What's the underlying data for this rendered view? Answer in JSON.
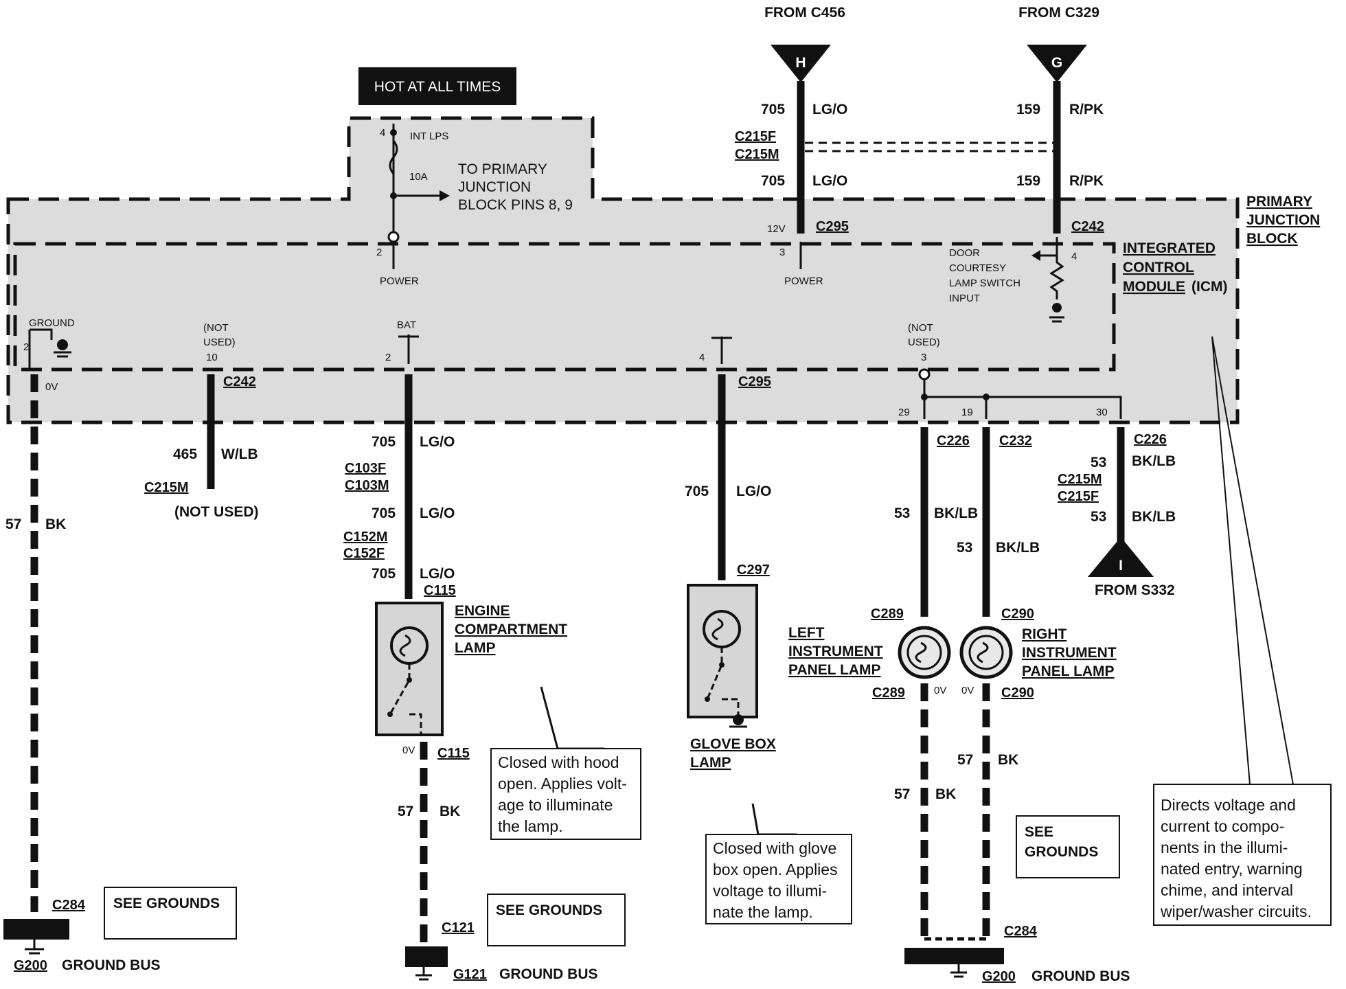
{
  "sources": {
    "c456": {
      "label": "FROM C456",
      "letter": "H"
    },
    "c329": {
      "label": "FROM C329",
      "letter": "G"
    },
    "s332": {
      "label": "FROM S332",
      "letter": "I"
    }
  },
  "hot_box": "HOT AT ALL TIMES",
  "fuse": {
    "pin": "4",
    "name": "INT LPS",
    "rating": "10A",
    "branch": [
      "TO PRIMARY",
      "JUNCTION",
      "BLOCK PINS 8, 9"
    ],
    "power_pin": "2",
    "power_label": "POWER"
  },
  "pjb_label": [
    "PRIMARY",
    "JUNCTION",
    "BLOCK"
  ],
  "icm_label": [
    "INTEGRATED",
    "CONTROL",
    "MODULE",
    "(ICM)"
  ],
  "top_wires": {
    "h": {
      "circuit": "705",
      "color": "LG/O",
      "conn_f": "C215F",
      "conn_m": "C215M",
      "circuit2": "705",
      "color2": "LG/O",
      "voltage": "12V",
      "connector": "C295",
      "pin": "3",
      "label": "POWER"
    },
    "g": {
      "circuit": "159",
      "color": "R/PK",
      "circuit2": "159",
      "color2": "R/PK",
      "connector": "C242",
      "pin": "4",
      "switch_label": [
        "DOOR",
        "COURTESY",
        "LAMP SWITCH",
        "INPUT"
      ]
    }
  },
  "icm_pins": {
    "ground": {
      "label": "GROUND",
      "pin": "2",
      "voltage": "0V"
    },
    "not_used_10": {
      "label": [
        "(NOT",
        "USED)"
      ],
      "pin": "10",
      "connector": "C242"
    },
    "bat": {
      "label": "BAT",
      "pin": "2"
    },
    "pin4": {
      "pin": "4",
      "connector": "C295"
    },
    "not_used_3": {
      "label": [
        "(NOT",
        "USED)"
      ],
      "pin": "3"
    }
  },
  "left_ground": {
    "circuit": "57",
    "color": "BK",
    "connector": "C284",
    "see": "SEE GROUNDS",
    "ground": "G200",
    "bus": "GROUND BUS"
  },
  "not_used_wire": {
    "circuit": "465",
    "color": "W/LB",
    "connector": "C215M",
    "note": "(NOT USED)"
  },
  "engine_lamp": {
    "segments": [
      {
        "circuit": "705",
        "color": "LG/O"
      },
      {
        "circuit": "705",
        "color": "LG/O"
      },
      {
        "circuit": "705",
        "color": "LG/O"
      }
    ],
    "conn_a": [
      "C103F",
      "C103M"
    ],
    "conn_b": [
      "C152M",
      "C152F"
    ],
    "conn_top": "C115",
    "title": [
      "ENGINE",
      "COMPARTMENT",
      "LAMP"
    ],
    "voltage": "0V",
    "conn_bottom": "C115",
    "ground_circuit": "57",
    "ground_color": "BK",
    "ground_conn": "C121",
    "see": "SEE GROUNDS",
    "ground": "G121",
    "bus": "GROUND BUS",
    "note": [
      "Closed with hood",
      "open. Applies volt-",
      "age to illuminate",
      "the lamp."
    ]
  },
  "glove_lamp": {
    "circuit": "705",
    "color": "LG/O",
    "connector": "C297",
    "title": [
      "GLOVE BOX",
      "LAMP"
    ],
    "note": [
      "Closed with glove",
      "box open. Applies",
      "voltage to illumi-",
      "nate the lamp."
    ]
  },
  "panel_lamps": {
    "pins": [
      "29",
      "19",
      "30"
    ],
    "left": {
      "conn_top": "C226",
      "circuit": "53",
      "color": "BK/LB",
      "conn_lamp": "C289",
      "title": [
        "LEFT",
        "INSTRUMENT",
        "PANEL LAMP"
      ],
      "conn_bottom": "C289",
      "voltage": "0V",
      "ground_circuit": "57",
      "ground_color": "BK"
    },
    "right": {
      "conn_top": "C232",
      "circuit": "53",
      "color": "BK/LB",
      "conn_lamp": "C290",
      "title": [
        "RIGHT",
        "INSTRUMENT",
        "PANEL LAMP"
      ],
      "conn_bottom": "C290",
      "voltage": "0V",
      "ground_circuit": "57",
      "ground_color": "BK"
    },
    "third": {
      "conn_top": "C226",
      "circuit": "53",
      "color": "BK/LB",
      "conn_m": "C215M",
      "conn_f": "C215F",
      "circuit2": "53",
      "color2": "BK/LB"
    },
    "ground_conn": "C284",
    "see": [
      "SEE",
      "GROUNDS"
    ],
    "ground": "G200",
    "bus": "GROUND BUS"
  },
  "icm_note": [
    "Directs voltage and",
    "current to compo-",
    "nents in the illumi-",
    "nated entry, warning",
    "chime, and interval",
    "wiper/washer circuits."
  ]
}
